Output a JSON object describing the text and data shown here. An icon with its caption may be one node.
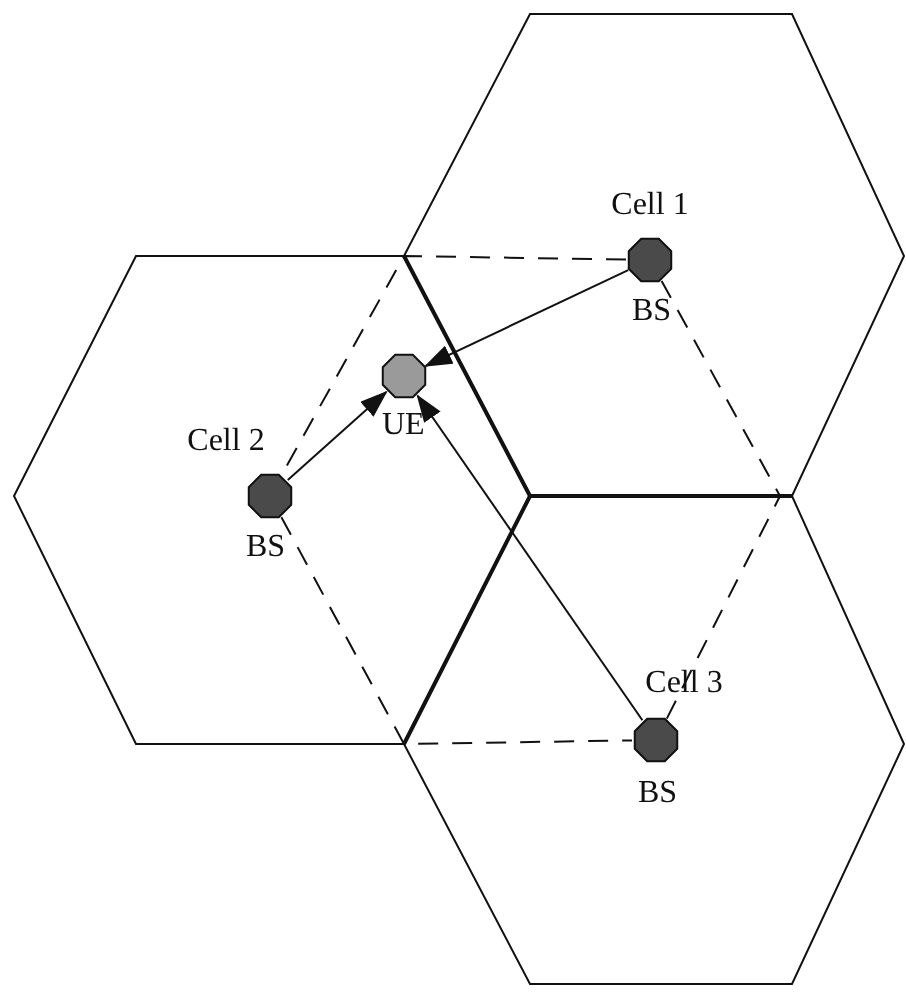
{
  "diagram": {
    "nodes": [
      {
        "text": [
          "Cell 1",
          "BS"
        ]
      },
      {
        "text": [
          "UE"
        ]
      },
      {
        "text": [
          "Cell 2",
          "BS"
        ]
      },
      {
        "text": [
          "Cell 3",
          "BS"
        ]
      }
    ],
    "edges": [
      {
        "from": 0,
        "to": 1,
        "arrow": "to"
      },
      {
        "from": 2,
        "to": 1,
        "arrow": "to"
      },
      {
        "from": 3,
        "to": 1,
        "arrow": "to"
      },
      {
        "from": 0,
        "to": 2,
        "arrow": "none",
        "style": "dashed"
      },
      {
        "from": 2,
        "to": 3,
        "arrow": "none",
        "style": "dashed"
      },
      {
        "from": 3,
        "to": 0,
        "arrow": "none",
        "style": "dashed"
      }
    ]
  }
}
